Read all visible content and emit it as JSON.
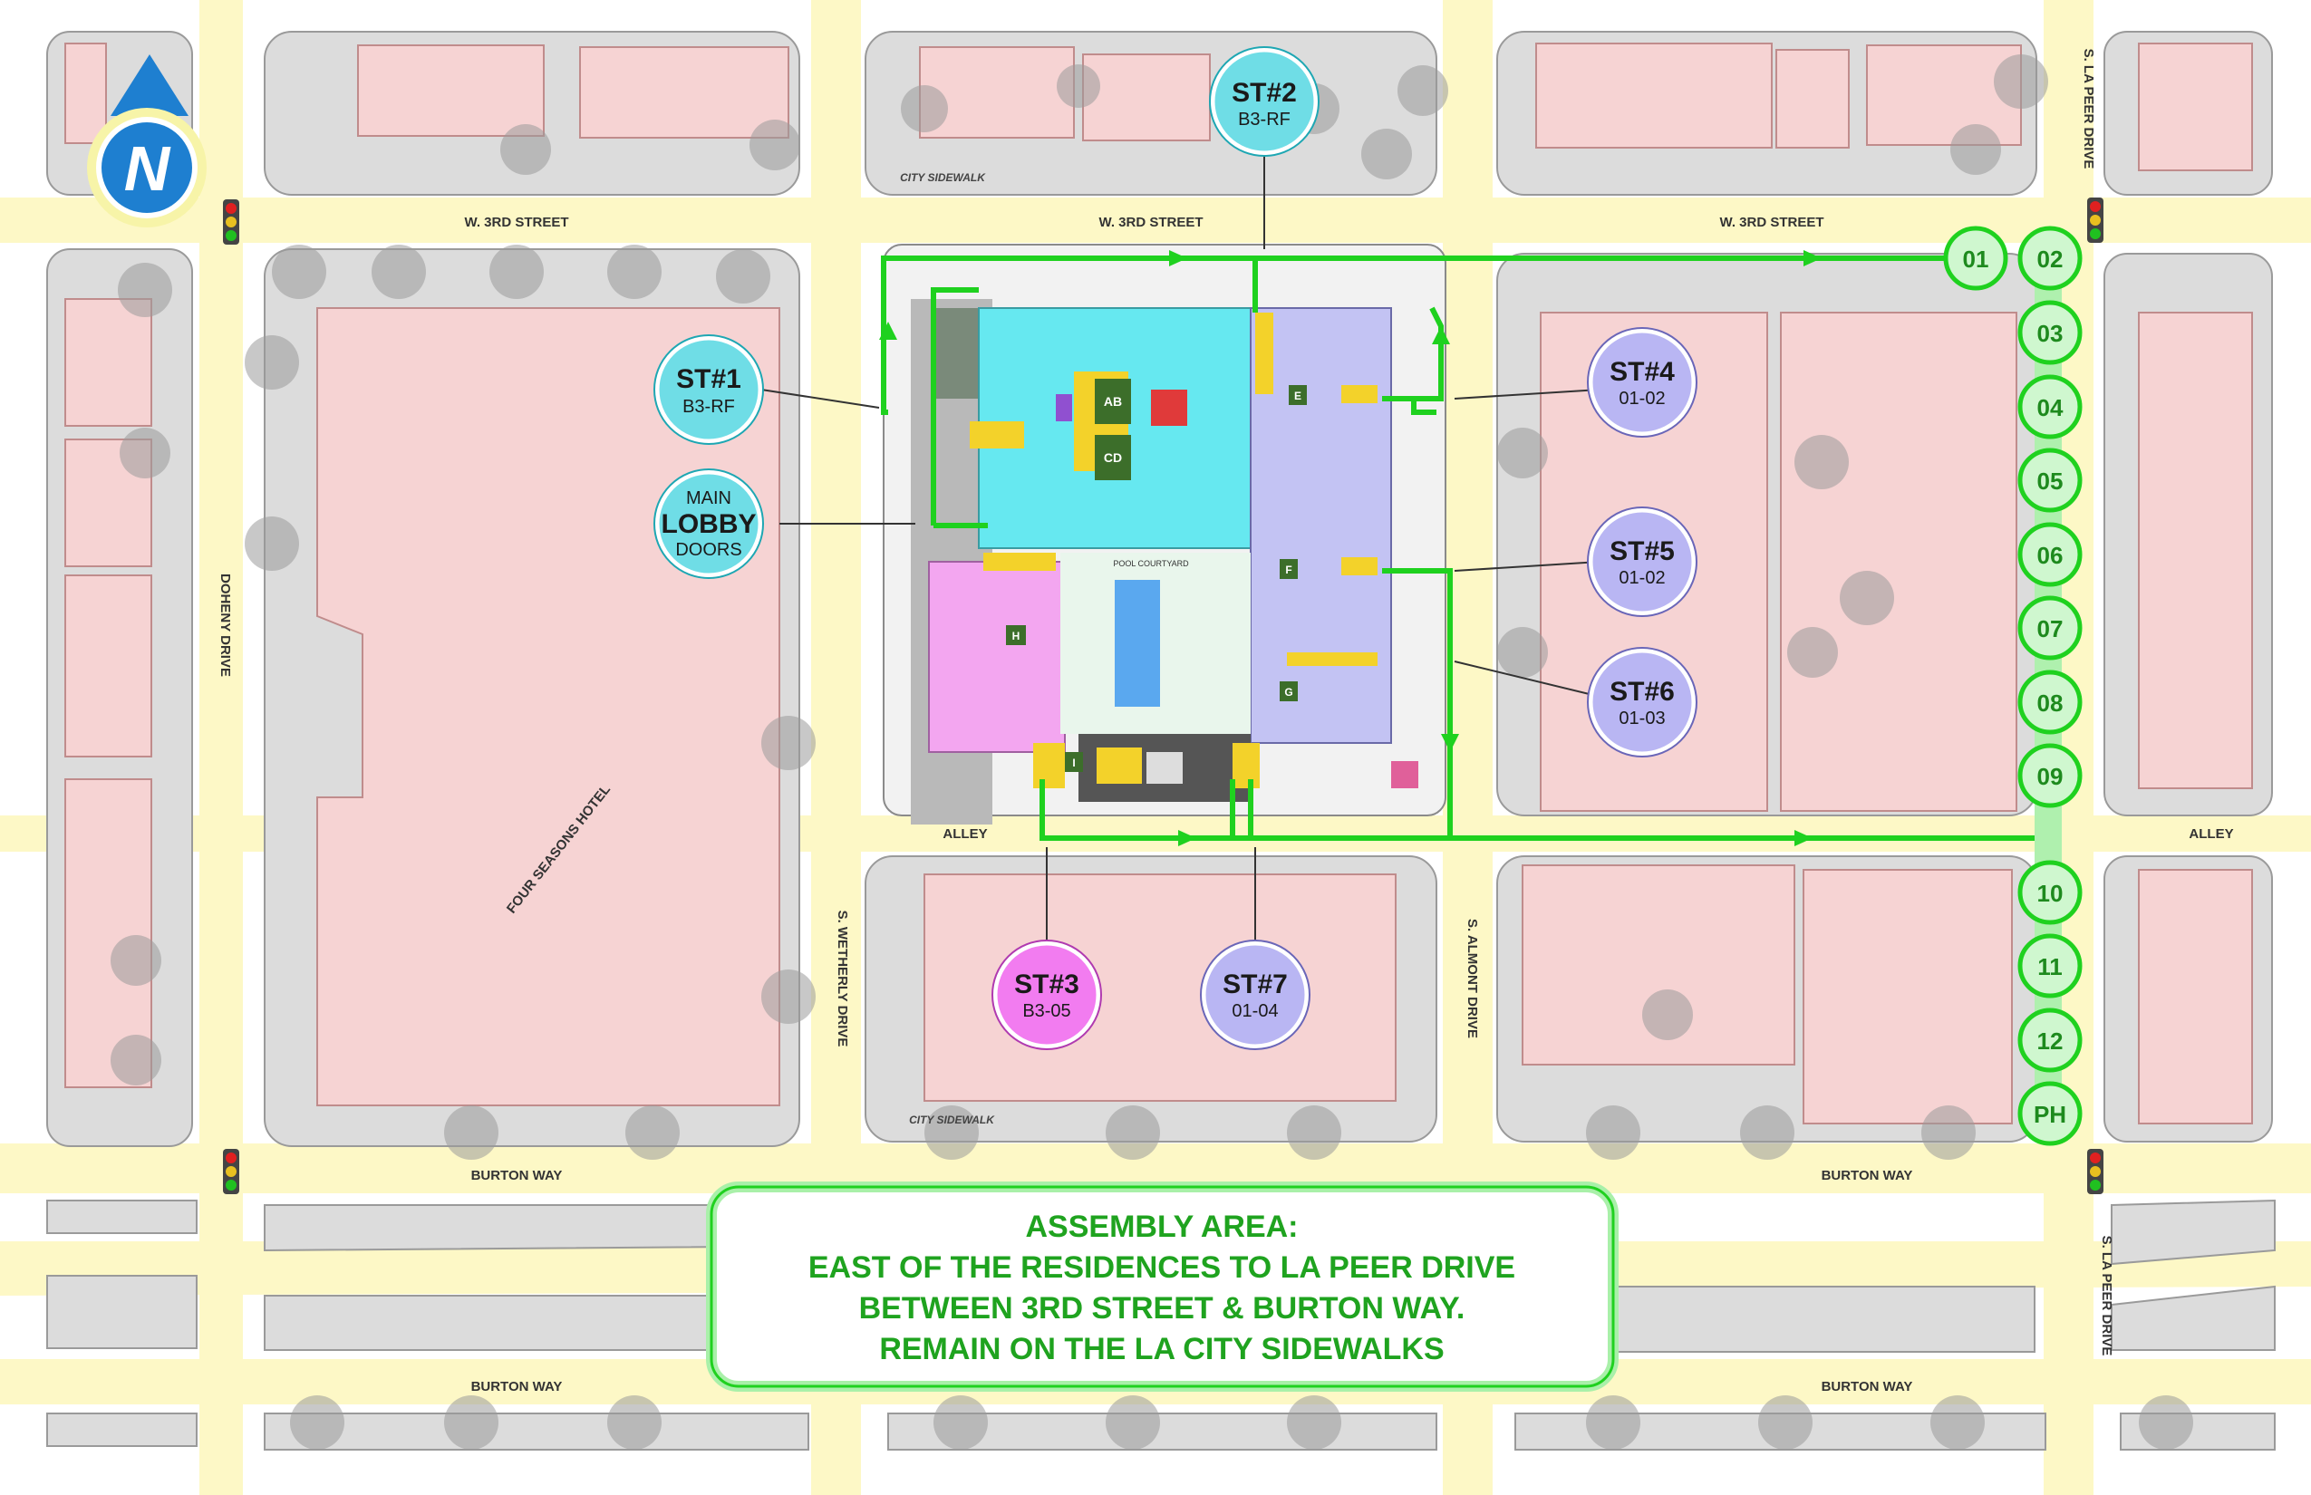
{
  "streets": {
    "third_west": "W. 3RD STREET",
    "third_mid": "W. 3RD STREET",
    "third_east": "W. 3RD STREET",
    "burton_w1": "BURTON WAY",
    "burton_e1": "BURTON WAY",
    "burton_w2": "BURTON WAY",
    "burton_e2": "BURTON WAY",
    "alley_w": "ALLEY",
    "alley_e": "ALLEY",
    "doheny": "DOHENY DRIVE",
    "wetherly": "S. WETHERLY DRIVE",
    "almont": "S. ALMONT DRIVE",
    "lapeer_n": "S. LA PEER DRIVE",
    "lapeer_s": "S. LA PEER DRIVE",
    "sidewalk_n": "CITY SIDEWALK",
    "sidewalk_s": "CITY SIDEWALK",
    "hotel": "FOUR SEASONS HOTEL",
    "courtyard": "POOL COURTYARD"
  },
  "compass": {
    "letter": "N"
  },
  "stairs": [
    {
      "id": "st1",
      "title": "ST#1",
      "sub": "B3-RF",
      "color": "#6fdde6"
    },
    {
      "id": "st2",
      "title": "ST#2",
      "sub": "B3-RF",
      "color": "#6fdde6"
    },
    {
      "id": "st3",
      "title": "ST#3",
      "sub": "B3-05",
      "color": "#f27cf0"
    },
    {
      "id": "st4",
      "title": "ST#4",
      "sub": "01-02",
      "color": "#b9b6f3"
    },
    {
      "id": "st5",
      "title": "ST#5",
      "sub": "01-02",
      "color": "#b9b6f3"
    },
    {
      "id": "st6",
      "title": "ST#6",
      "sub": "01-03",
      "color": "#b9b6f3"
    },
    {
      "id": "st7",
      "title": "ST#7",
      "sub": "01-04",
      "color": "#b9b6f3"
    }
  ],
  "lobby": {
    "line1": "MAIN",
    "line2": "LOBBY",
    "line3": "DOORS",
    "color": "#6fdde6"
  },
  "floors": [
    "01",
    "02",
    "03",
    "04",
    "05",
    "06",
    "07",
    "08",
    "09",
    "10",
    "11",
    "12",
    "PH"
  ],
  "elevators": [
    "A",
    "B",
    "C",
    "D",
    "E",
    "F",
    "G",
    "H",
    "I"
  ],
  "assembly": {
    "line1": "ASSEMBLY AREA:",
    "line2": "EAST OF THE RESIDENCES TO LA PEER DRIVE",
    "line3": "BETWEEN 3RD STREET & BURTON WAY.",
    "line4": "REMAIN ON THE LA CITY SIDEWALKS"
  },
  "colors": {
    "route": "#1fd11f",
    "street": "#fdf8c6",
    "block": "#dcdcdc",
    "building": "#f6d3d3",
    "lobby_area": "#66e8f0",
    "residence_area": "#c3c3f3",
    "pink_area": "#f3a6f0",
    "stair_yellow": "#f3d22a"
  }
}
